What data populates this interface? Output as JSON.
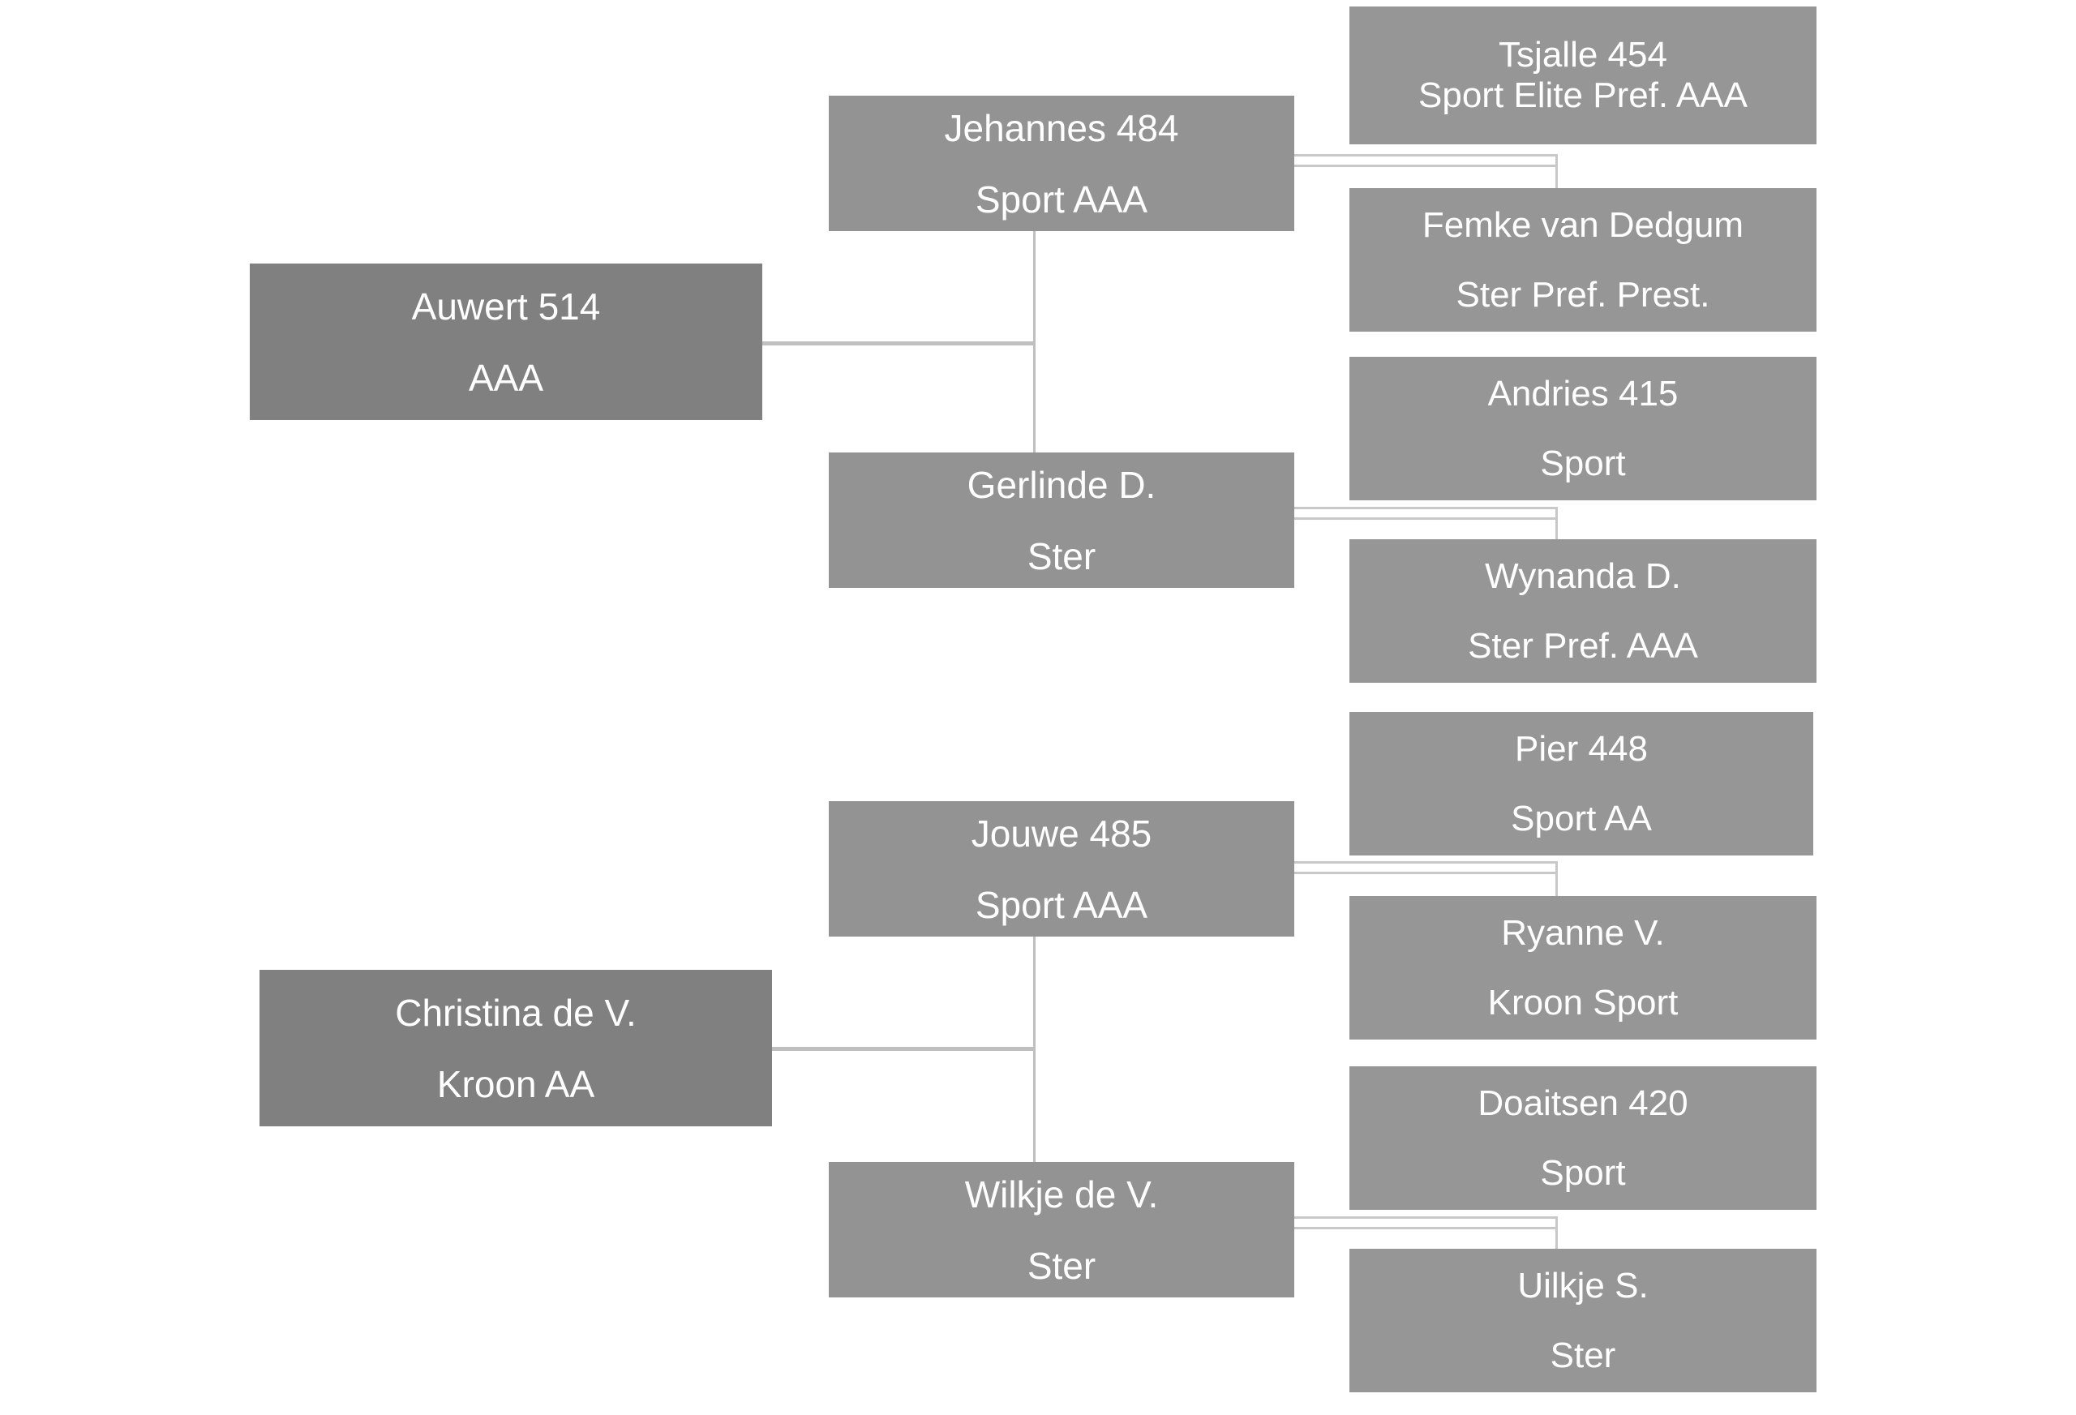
{
  "chart": {
    "type": "pedigree-tree",
    "orientation": "left-to-right",
    "generations": 3,
    "colors": {
      "parent_box": "#808080",
      "middle_box": "#939393",
      "grandparent_box": "#969696",
      "connector": "#bfbfbf",
      "text": "#ffffff",
      "background": "#ffffff"
    }
  },
  "families": [
    {
      "id": "family-top",
      "parent": {
        "name": "Auwert 514",
        "predicates": "AAA"
      },
      "sire": {
        "name": "Jehannes 484",
        "predicates": "Sport AAA"
      },
      "dam": {
        "name": "Gerlinde D.",
        "predicates": "Ster"
      },
      "sire_parents": [
        {
          "name": "Tsjalle 454",
          "predicates": "Sport Elite Pref. AAA"
        },
        {
          "name": "Femke van Dedgum",
          "predicates": "Ster Pref. Prest."
        }
      ],
      "dam_parents": [
        {
          "name": "Andries 415",
          "predicates": "Sport"
        },
        {
          "name": "Wynanda D.",
          "predicates": "Ster Pref. AAA"
        }
      ]
    },
    {
      "id": "family-bottom",
      "parent": {
        "name": "Christina de V.",
        "predicates": "Kroon AA"
      },
      "sire": {
        "name": "Jouwe 485",
        "predicates": "Sport AAA"
      },
      "dam": {
        "name": "Wilkje de V.",
        "predicates": "Ster"
      },
      "sire_parents": [
        {
          "name": "Pier 448",
          "predicates": "Sport AA"
        },
        {
          "name": "Ryanne V.",
          "predicates": "Kroon Sport"
        }
      ],
      "dam_parents": [
        {
          "name": "Doaitsen 420",
          "predicates": "Sport"
        },
        {
          "name": "Uilkje S.",
          "predicates": "Ster"
        }
      ]
    }
  ]
}
